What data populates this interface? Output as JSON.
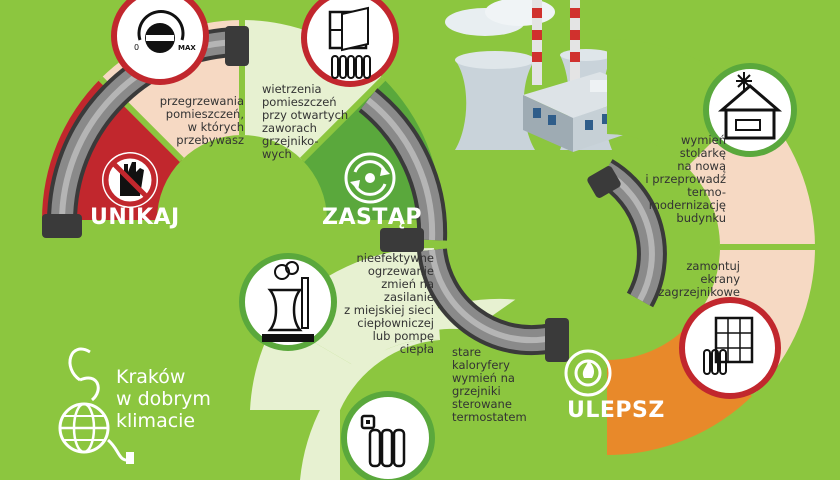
{
  "sections": {
    "unikaj": "UNIKAJ",
    "zastap": "ZASTĄP",
    "ulepsz": "ULEPSZ"
  },
  "tips": {
    "t1": [
      "przegrzewania",
      "pomieszczeń,",
      "w których",
      "przebywasz"
    ],
    "t2": [
      "wietrzenia",
      "pomieszczeń",
      "przy otwartych",
      "zaworach",
      "grzejniko-",
      "wych"
    ],
    "t3": [
      "wymień",
      "stolarkę",
      "na nową",
      "i przeprowadź",
      "termo-",
      "modernizację",
      "budynku"
    ],
    "t4": [
      "nieefektywne",
      "ogrzewanie",
      "zmień na",
      "zasilanie",
      "z miejskiej sieci",
      "ciepłowniczej",
      "lub pompę",
      "ciepła"
    ],
    "t5": [
      "zamontuj",
      "ekrany",
      "zagrzejnikowe"
    ],
    "t6": [
      "stare",
      "kaloryfery",
      "wymień na",
      "grzejniki",
      "sterowane",
      "termostatem"
    ]
  },
  "gauge": {
    "min": "0",
    "max": "MAX"
  },
  "brand": [
    "Kraków",
    "w dobrym",
    "klimacie"
  ],
  "colors": {
    "background": "#8cc63f",
    "unikaj": "#c1272d",
    "zastap": "#5aa83c",
    "ulepsz": "#e8892a",
    "tan": "#f6d9c3",
    "cream": "#e7f1d1"
  },
  "icons": [
    "thermostat-gauge-icon",
    "open-window-icon",
    "no-hand-icon",
    "recycle-arrows-icon",
    "insulated-house-icon",
    "power-plant-icon",
    "radiator-screen-icon",
    "flame-gear-icon",
    "radiator-thermostat-icon",
    "globe-plug-icon"
  ]
}
